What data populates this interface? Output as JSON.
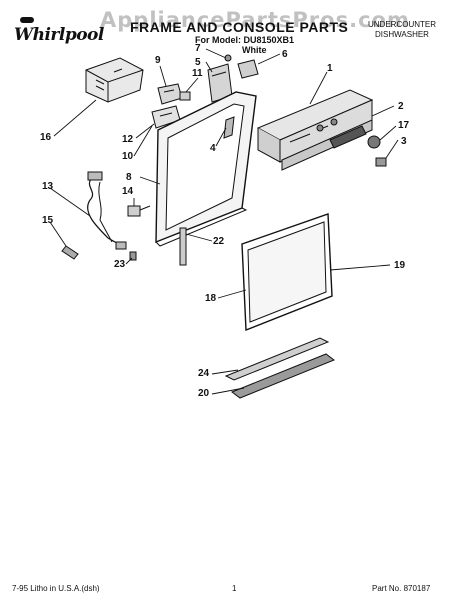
{
  "header": {
    "brand": "Whirlpool",
    "watermark": "AppliancePartsPros.com",
    "title": "FRAME AND CONSOLE PARTS",
    "model_line": "For Model: DU8150XB1",
    "color": "White",
    "product_line1": "UNDERCOUNTER",
    "product_line2": "DISHWASHER"
  },
  "callouts": {
    "c1": "1",
    "c2": "2",
    "c3": "3",
    "c4": "4",
    "c5": "5",
    "c6": "6",
    "c7": "7",
    "c8": "8",
    "c9": "9",
    "c10": "10",
    "c11": "11",
    "c12": "12",
    "c13": "13",
    "c14": "14",
    "c15": "15",
    "c16": "16",
    "c17": "17",
    "c18": "18",
    "c19": "19",
    "c20": "20",
    "c22": "22",
    "c23": "23",
    "c24": "24"
  },
  "footer": {
    "left": "7-95  Litho in U.S.A.(dsh)",
    "center": "1",
    "right": "Part No. 870187"
  }
}
